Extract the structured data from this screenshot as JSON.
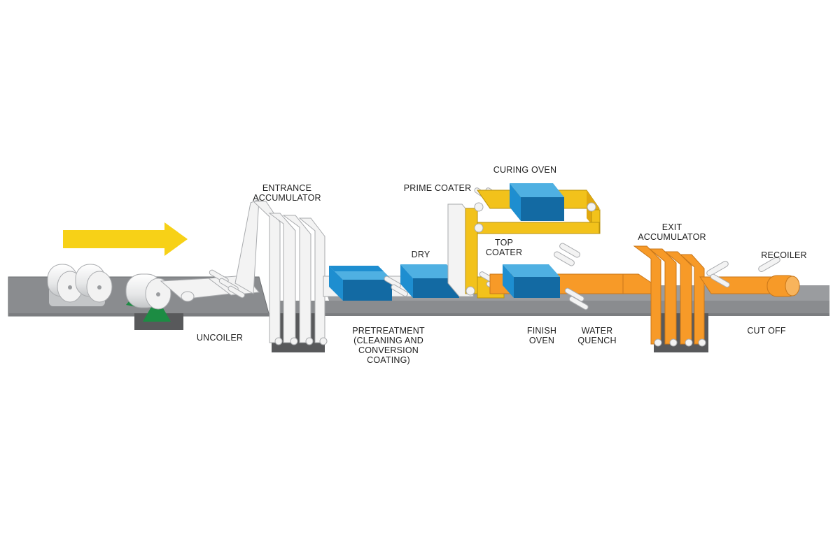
{
  "labels": {
    "entrance_accumulator": [
      "ENTRANCE",
      "ACCUMULATOR"
    ],
    "prime_coater": "PRIME COATER",
    "curing_oven": "CURING OVEN",
    "exit_accumulator": [
      "EXIT",
      "ACCUMULATOR"
    ],
    "dry": "DRY",
    "top_coater": [
      "TOP",
      "COATER"
    ],
    "recoiler": "RECOILER",
    "uncoiler": "UNCOILER",
    "pretreatment": [
      "PRETREATMENT",
      "(CLEANING AND",
      "CONVERSION",
      "COATING)"
    ],
    "finish_oven": [
      "FINISH",
      "OVEN"
    ],
    "water_quench": [
      "WATER",
      "QUENCH"
    ],
    "cut_off": "CUT OFF"
  },
  "colors": {
    "base": "#8a8c8f",
    "base_dark": "#6e7073",
    "pit": "#58595b",
    "strip_white": "#f3f3f3",
    "strip_outline": "#a9abae",
    "oven_blue": "#1e8ed0",
    "oven_blue_dark": "#136aa3",
    "coating_yellow": "#f2c21b",
    "finish_orange": "#f79a28",
    "arrow_yellow": "#f7d117",
    "stand_green": "#1c8c43"
  }
}
